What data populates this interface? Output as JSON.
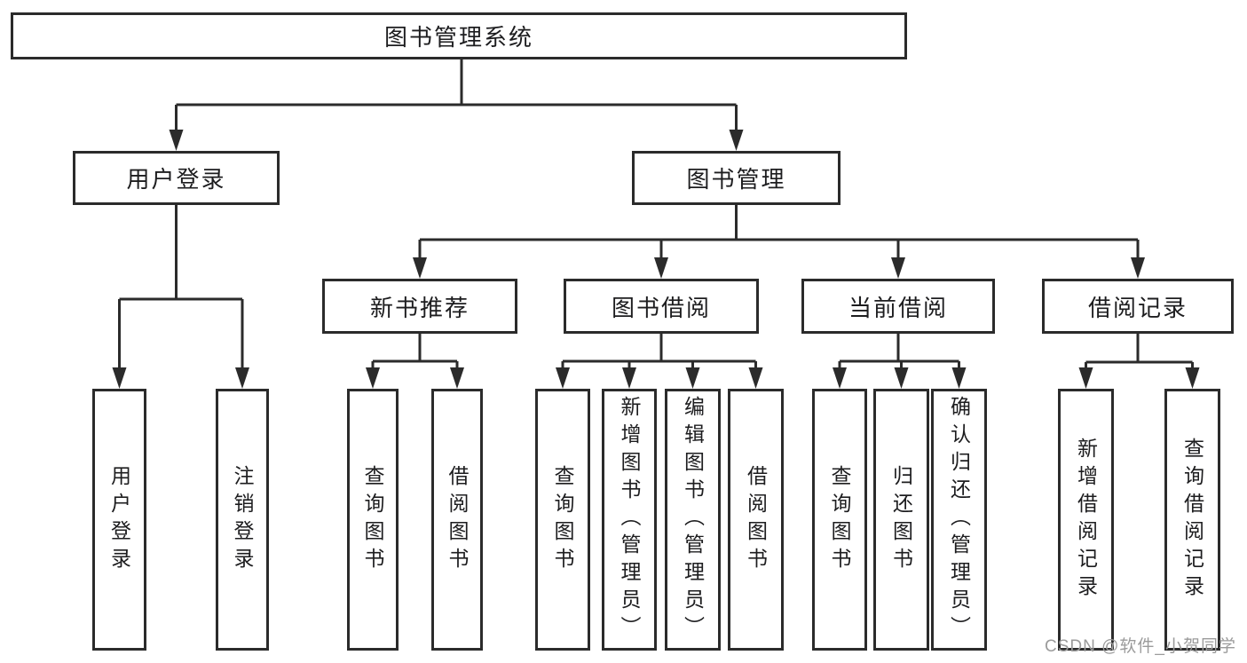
{
  "colors": {
    "line": "#2b2b2b",
    "text": "#1d1d1f",
    "watermark": "#9b9b9b",
    "background": "#ffffff"
  },
  "watermark": "CSDN @软件_小贺同学",
  "tree": {
    "root": {
      "label": "图书管理系统"
    },
    "branches": [
      {
        "label": "用户登录",
        "children": [
          {
            "label": "用户登录"
          },
          {
            "label": "注销登录"
          }
        ]
      },
      {
        "label": "图书管理",
        "children": [
          {
            "label": "新书推荐",
            "children": [
              {
                "label": "查询图书"
              },
              {
                "label": "借阅图书"
              }
            ]
          },
          {
            "label": "图书借阅",
            "children": [
              {
                "label": "查询图书"
              },
              {
                "label": "新增图书（管理员）"
              },
              {
                "label": "编辑图书（管理员）"
              },
              {
                "label": "借阅图书"
              }
            ]
          },
          {
            "label": "当前借阅",
            "children": [
              {
                "label": "查询图书"
              },
              {
                "label": "归还图书"
              },
              {
                "label": "确认归还（管理员）"
              }
            ]
          },
          {
            "label": "借阅记录",
            "children": [
              {
                "label": "新增借阅记录"
              },
              {
                "label": "查询借阅记录"
              }
            ]
          }
        ]
      }
    ]
  }
}
